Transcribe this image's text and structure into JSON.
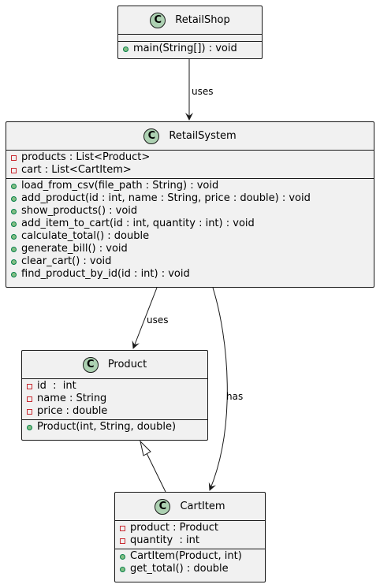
{
  "classes": {
    "retail_shop": {
      "name": "RetailShop",
      "stereotype": "C",
      "attributes": [],
      "methods": [
        "main(String[]) : void"
      ]
    },
    "retail_system": {
      "name": "RetailSystem",
      "stereotype": "C",
      "attributes": [
        "products : List<Product>",
        "cart : List<CartItem>"
      ],
      "methods": [
        "load_from_csv(file_path : String) : void",
        "add_product(id : int, name : String, price : double) : void",
        "show_products() : void",
        "add_item_to_cart(id : int, quantity : int) : void",
        "calculate_total() : double",
        "generate_bill() : void",
        "clear_cart() : void",
        "find_product_by_id(id : int) : void"
      ]
    },
    "product": {
      "name": "Product",
      "stereotype": "C",
      "attributes": [
        "id  :  int",
        "name : String",
        "price : double"
      ],
      "methods": [
        "Product(int, String, double)"
      ]
    },
    "cart_item": {
      "name": "CartItem",
      "stereotype": "C",
      "attributes": [
        "product : Product",
        "quantity  : int"
      ],
      "methods": [
        "CartItem(Product, int)",
        "get_total() : double"
      ]
    }
  },
  "relations": {
    "shop_uses_system": "uses",
    "system_uses_product": "uses",
    "system_has_cartitem": "has"
  },
  "colors": {
    "class_fill": "#f1f1f1",
    "class_border": "#181818",
    "stereotype_circle": "#add1b2",
    "private_marker": "#c82930",
    "public_marker": "#84be84"
  }
}
